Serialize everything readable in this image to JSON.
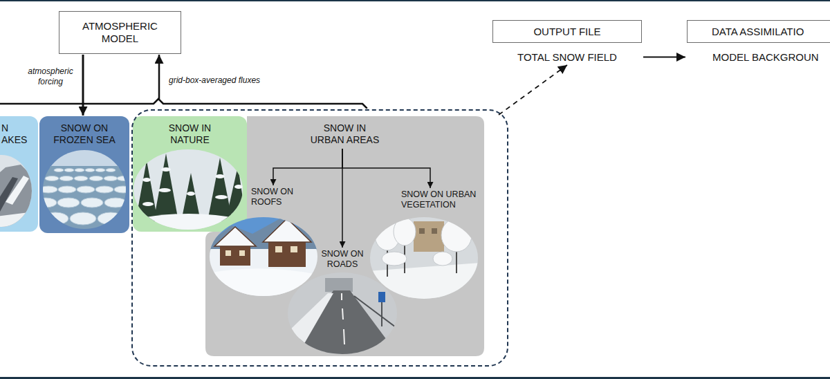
{
  "diagram": {
    "nodes": [
      {
        "text": [
          "ATMOSPHERIC MODEL"
        ]
      },
      {
        "text": [
          "OUTPUT FILE",
          "TOTAL SNOW FIELD"
        ]
      },
      {
        "text": [
          "DATA ASSIMILATIO",
          "MODEL BACKGROUN"
        ]
      },
      {
        "text": [
          "N AKES"
        ]
      },
      {
        "text": [
          "SNOW ON FROZEN SEA"
        ]
      },
      {
        "text": []
      },
      {
        "text": [
          "SNOW IN NATURE"
        ],
        "in": 5
      },
      {
        "text": [
          "SNOW IN URBAN AREAS"
        ],
        "in": 5
      },
      {
        "text": [
          "SNOW ON ROOFS"
        ],
        "in": 7
      },
      {
        "text": [
          "SNOW ON ROADS"
        ],
        "in": 7
      },
      {
        "text": [
          "SNOW ON URBAN VEGETATION"
        ],
        "in": 7
      }
    ],
    "edges": [
      {
        "from": 0,
        "to": 4,
        "label": "atmospheric forcing",
        "arrow": "to"
      },
      {
        "from": 5,
        "to": 0,
        "label": "grid-box-averaged fluxes",
        "arrow": "to"
      },
      {
        "from": 7,
        "to": 8,
        "arrow": "to"
      },
      {
        "from": 7,
        "to": 9,
        "arrow": "to"
      },
      {
        "from": 7,
        "to": 10,
        "arrow": "to"
      },
      {
        "from": 5,
        "to": 1,
        "arrow": "to"
      },
      {
        "from": 1,
        "to": 2,
        "arrow": "to"
      }
    ]
  }
}
